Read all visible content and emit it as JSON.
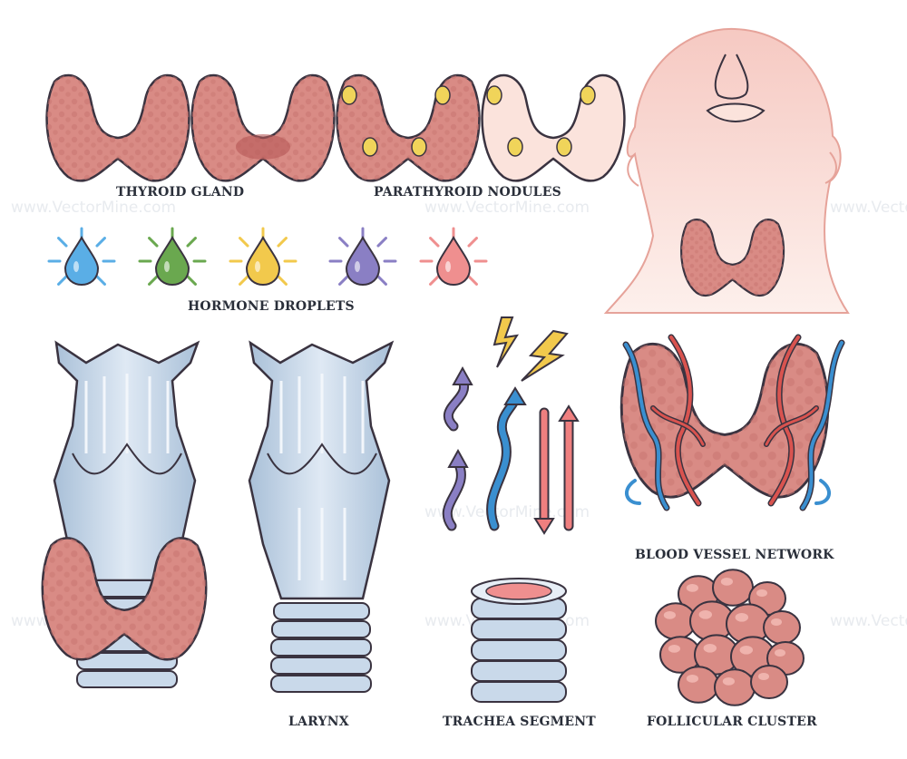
{
  "labels": {
    "thyroid_gland": "THYROID GLAND",
    "parathyroid_nodules": "PARATHYROID NODULES",
    "hormone_droplets": "HORMONE DROPLETS",
    "blood_vessel_network": "BLOOD VESSEL NETWORK",
    "larynx": "LARYNX",
    "trachea_segment": "TRACHEA SEGMENT",
    "follicular_cluster": "FOLLICULAR CLUSTER"
  },
  "watermark": "www.VectorMine.com",
  "colors": {
    "gland": "#d98b85",
    "gland_dark": "#c06b66",
    "outline": "#3a3340",
    "nodule": "#f0d45a",
    "skin": "#f9dcd6",
    "cartilage": "#c9d9ea",
    "vessel_red": "#d9534f",
    "vessel_blue": "#3a8fd0"
  },
  "droplet_colors": [
    "#5aaee6",
    "#6aa84f",
    "#f2c94c",
    "#8a7fc4",
    "#ef8f8f"
  ],
  "icons": [
    "thyroid-icon",
    "parathyroid-icon",
    "droplet-icon",
    "head-icon",
    "larynx-icon",
    "trachea-icon",
    "arrow-icon",
    "lightning-icon",
    "vessel-icon",
    "follicle-icon"
  ]
}
